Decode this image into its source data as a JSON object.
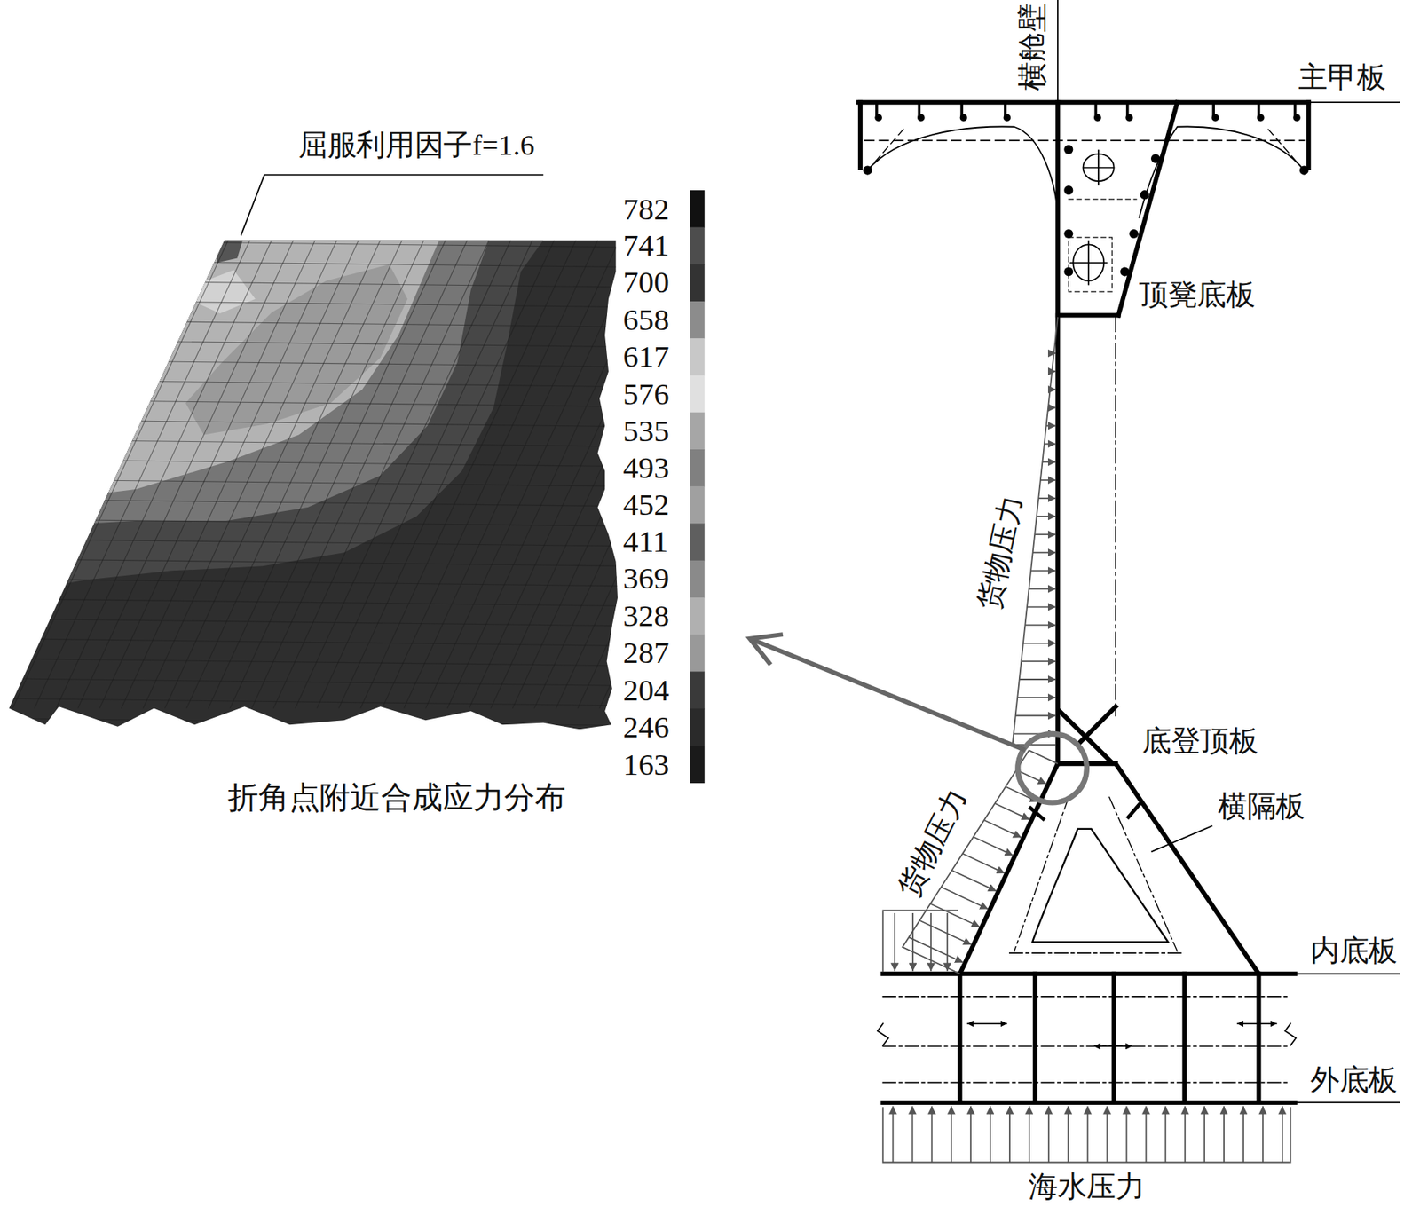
{
  "diagram": {
    "caption": "折角点附近合成应力分布",
    "labels": [
      "屈服利用因子f=1.6",
      "横舱壁",
      "主甲板",
      "顶凳底板",
      "货物压力",
      "底登顶板",
      "横隔板",
      "货物压力",
      "内底板",
      "外底板",
      "海水压力"
    ],
    "legend": [
      {
        "text": "782",
        "color": "#111111"
      },
      {
        "text": "741",
        "color": "#4d4d4d"
      },
      {
        "text": "700",
        "color": "#333333"
      },
      {
        "text": "658",
        "color": "#8c8c8c"
      },
      {
        "text": "617",
        "color": "#c8c8c8"
      },
      {
        "text": "576",
        "color": "#e0e0e0"
      },
      {
        "text": "535",
        "color": "#a6a6a6"
      },
      {
        "text": "493",
        "color": "#808080"
      },
      {
        "text": "452",
        "color": "#a0a0a0"
      },
      {
        "text": "411",
        "color": "#5f5f5f"
      },
      {
        "text": "369",
        "color": "#8a8a8a"
      },
      {
        "text": "328",
        "color": "#b0b0b0"
      },
      {
        "text": "287",
        "color": "#999999"
      },
      {
        "text": "204",
        "color": "#3a3a3a"
      },
      {
        "text": "246",
        "color": "#2a2a2a"
      },
      {
        "text": "163",
        "color": "#1a1a1a"
      }
    ]
  }
}
